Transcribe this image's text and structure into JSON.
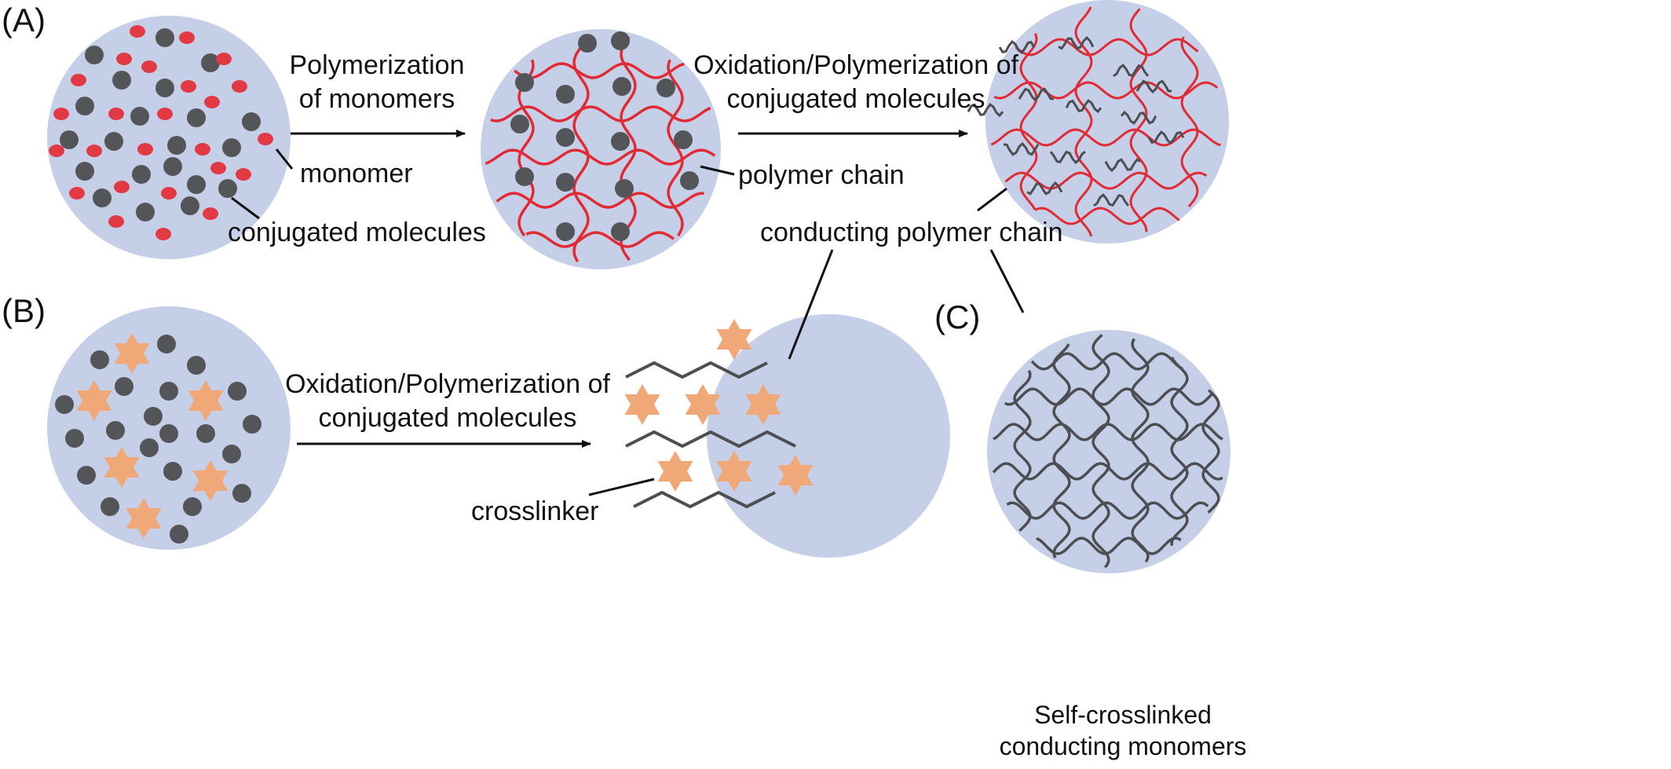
{
  "panels": {
    "a": {
      "letter": "(A)",
      "arrow1": {
        "line1": "Polymerization",
        "line2": "of monomers"
      },
      "arrow2": {
        "line1": "Oxidation/Polymerization  of",
        "line2": "conjugated molecules"
      },
      "labels": {
        "monomer": "monomer",
        "conjugated": "conjugated molecules",
        "polymer_chain": "polymer chain",
        "conducting_chain": "conducting polymer chain"
      }
    },
    "b": {
      "letter": "(B)",
      "arrow": {
        "line1": "Oxidation/Polymerization  of",
        "line2": "conjugated molecules"
      },
      "labels": {
        "crosslinker": "crosslinker"
      }
    },
    "c": {
      "letter": "(C)",
      "caption": {
        "line1": "Self-crosslinked",
        "line2": "conducting monomers"
      }
    }
  },
  "colors": {
    "circle_fill": "#c5d0e8",
    "conjugated_dot": "#545558",
    "monomer_dot": "#e23a45",
    "polymer_chain": "#e12a33",
    "conducting_chain": "#4d4e52",
    "crosslinker_star": "#f0a878",
    "text": "#111111"
  },
  "icons": {
    "monomer": "small red oval",
    "conjugated_molecule": "dark gray dot",
    "crosslinker": "orange six-pointed star",
    "polymer_chain": "wavy red line network",
    "conducting_polymer_chain": "dark gray zigzag line"
  }
}
